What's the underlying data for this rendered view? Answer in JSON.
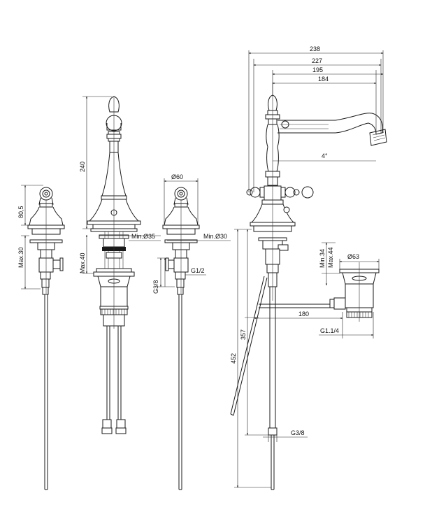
{
  "labels": {
    "w238": "238",
    "w227": "227",
    "w195": "195",
    "w184": "184",
    "angle": "4°",
    "h240": "240",
    "h80_5": "80,5",
    "max30": "Max.30",
    "max40": "Max.40",
    "dia60": "Ø60",
    "min35": "Min.Ø35",
    "min30": "Min.Ø30",
    "g12": "G1/2",
    "g38_left": "G3/8",
    "min34": "Min.34",
    "max44": "Max.44",
    "dia63": "Ø63",
    "w180": "180",
    "g114": "G1.1/4",
    "h357": "357",
    "h452": "452",
    "g38_right": "G3/8"
  },
  "colors": {
    "line": "#1a1a1a",
    "background": "#ffffff"
  }
}
